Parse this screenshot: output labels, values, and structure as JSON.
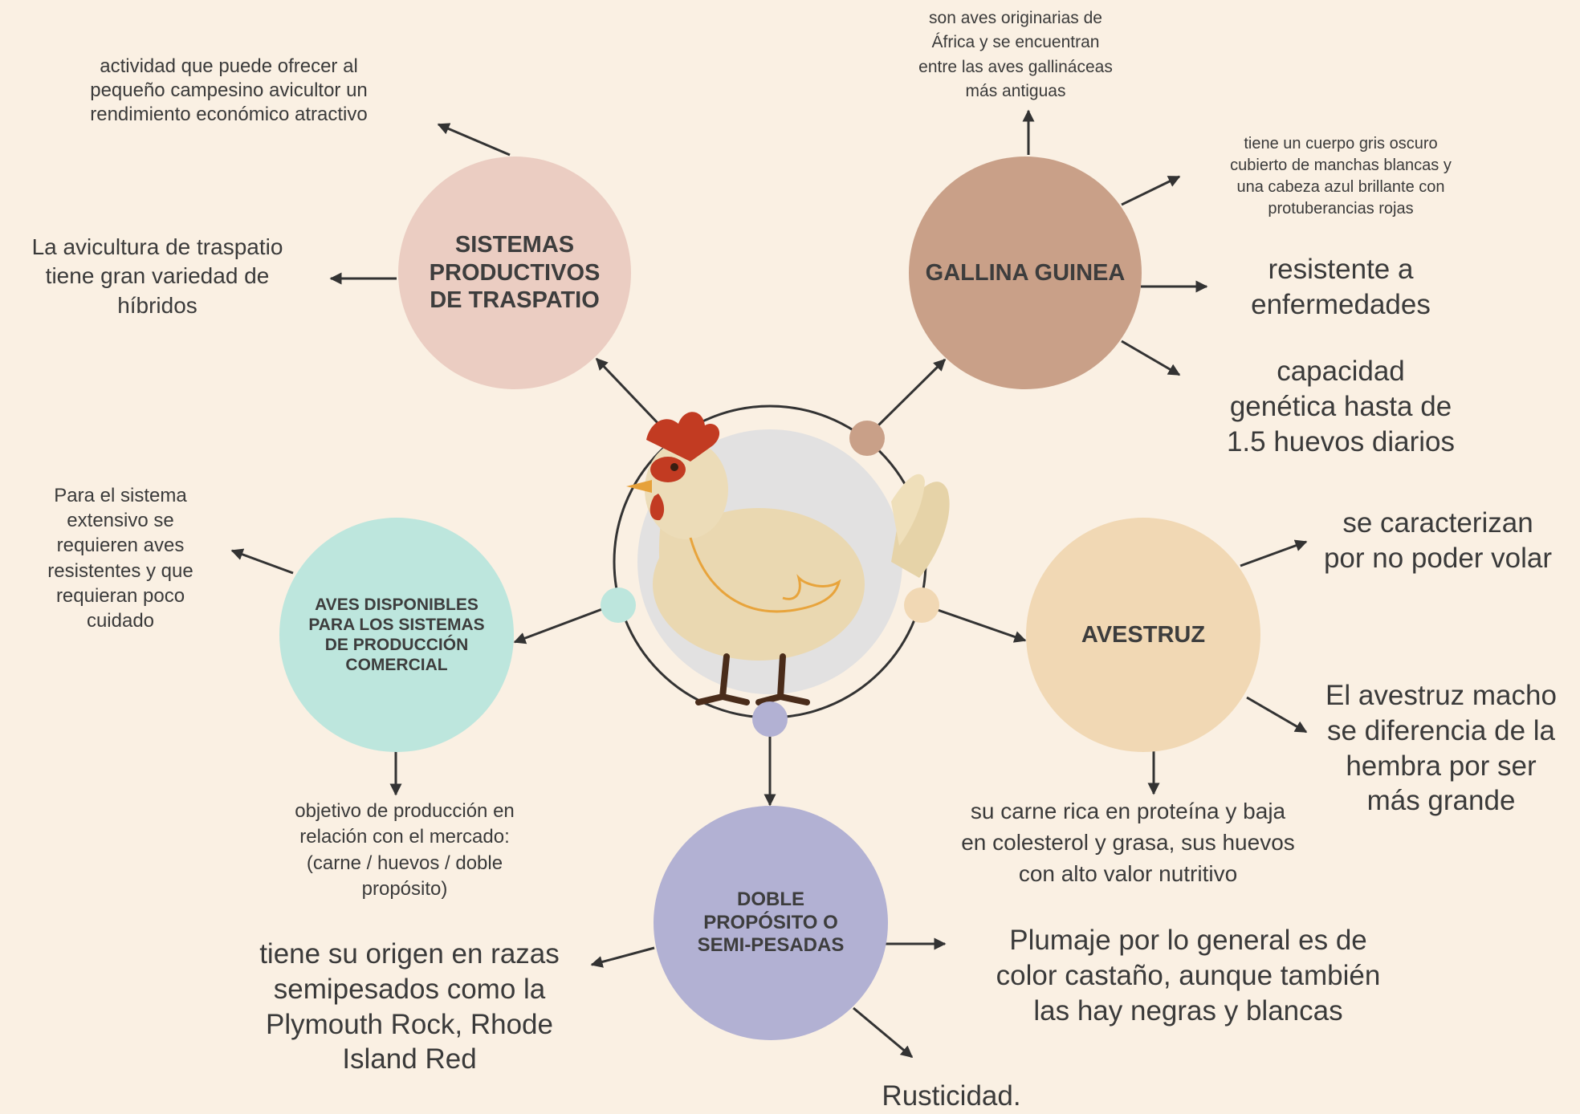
{
  "colors": {
    "background": "#faf0e3",
    "traspatio": "#ebcdc2",
    "guinea": "#c9a088",
    "aves": "#bde6dd",
    "avestruz": "#f1d8b4",
    "doble": "#b2b1d3",
    "line": "#333333"
  },
  "center": {
    "icon": "hen-icon"
  },
  "nodes": {
    "traspatio": "SISTEMAS PRODUCTIVOS DE TRASPATIO",
    "guinea": "GALLINA GUINEA",
    "aves": "AVES DISPONIBLES PARA LOS SISTEMAS DE PRODUCCIÓN COMERCIAL",
    "avestruz": "AVESTRUZ",
    "doble": "DOBLE PROPÓSITO O SEMI-PESADAS"
  },
  "texts": {
    "traspatio_actividad": "actividad que puede ofrecer al\npequeño campesino avicultor un\nrendimiento económico atractivo",
    "traspatio_hibridos": "La avicultura de traspatio\ntiene gran variedad de\nhíbridos",
    "guinea_origen": "son aves originarias de\nÁfrica y se encuentran\nentre las aves gallináceas\nmás antiguas",
    "guinea_cuerpo": "tiene un cuerpo gris oscuro\ncubierto de manchas blancas y\nuna cabeza azul brillante con\nprotuberancias rojas",
    "guinea_resistente": "resistente a\nenfermedades",
    "guinea_capacidad": "capacidad\ngenética hasta de\n1.5 huevos diarios",
    "aves_extensivo": "Para el sistema\nextensivo se\nrequieren aves\nresistentes y que\nrequieran poco\ncuidado",
    "aves_objetivo": "objetivo de producción en\nrelación con el mercado:\n(carne / huevos / doble\npropósito)",
    "avestruz_volar": "se caracterizan\npor no poder volar",
    "avestruz_macho": "El avestruz macho\nse diferencia de la\nhembra por ser\nmás grande",
    "avestruz_carne": "su carne rica en proteína y baja\nen colesterol y grasa, sus huevos\ncon alto valor nutritivo",
    "doble_origen": "tiene su origen en razas\nsemipesados como la\nPlymouth Rock, Rhode\nIsland Red",
    "doble_plumaje": "Plumaje por lo general es de\ncolor castaño, aunque también\nlas hay negras y blancas",
    "doble_rusticidad": "Rusticidad."
  }
}
